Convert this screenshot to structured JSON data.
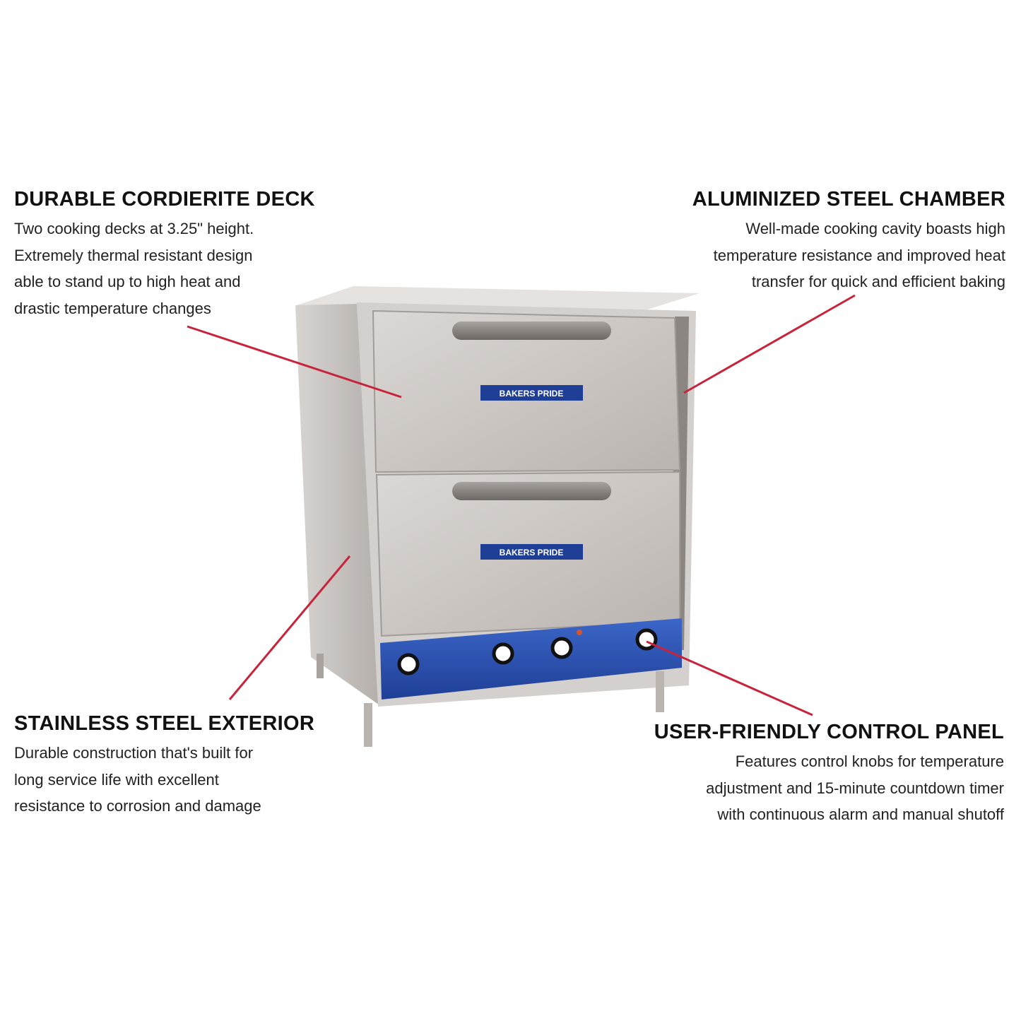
{
  "features": [
    {
      "id": "deck",
      "title": "DURABLE CORDIERITE DECK",
      "lines": [
        "Two cooking decks at 3.25\" height.",
        "Extremely thermal resistant design",
        "able to stand up to high heat and",
        "drastic temperature changes"
      ]
    },
    {
      "id": "chamber",
      "title": "ALUMINIZED STEEL CHAMBER",
      "lines": [
        "Well-made cooking cavity boasts high",
        "temperature resistance and improved heat",
        "transfer for quick and efficient baking"
      ]
    },
    {
      "id": "exterior",
      "title": "STAINLESS STEEL EXTERIOR",
      "lines": [
        "Durable construction that's built for",
        "long service life with excellent",
        "resistance to corrosion and damage"
      ]
    },
    {
      "id": "panel",
      "title": "USER-FRIENDLY CONTROL PANEL",
      "lines": [
        "Features control knobs for temperature",
        "adjustment and 15-minute countdown timer",
        "with continuous alarm and manual shutoff"
      ]
    }
  ],
  "brand_label": "BAKERS PRIDE",
  "colors": {
    "callout_line": "#c8233a",
    "panel_blue": "#2c55b8",
    "steel": "#c9c5c2"
  }
}
